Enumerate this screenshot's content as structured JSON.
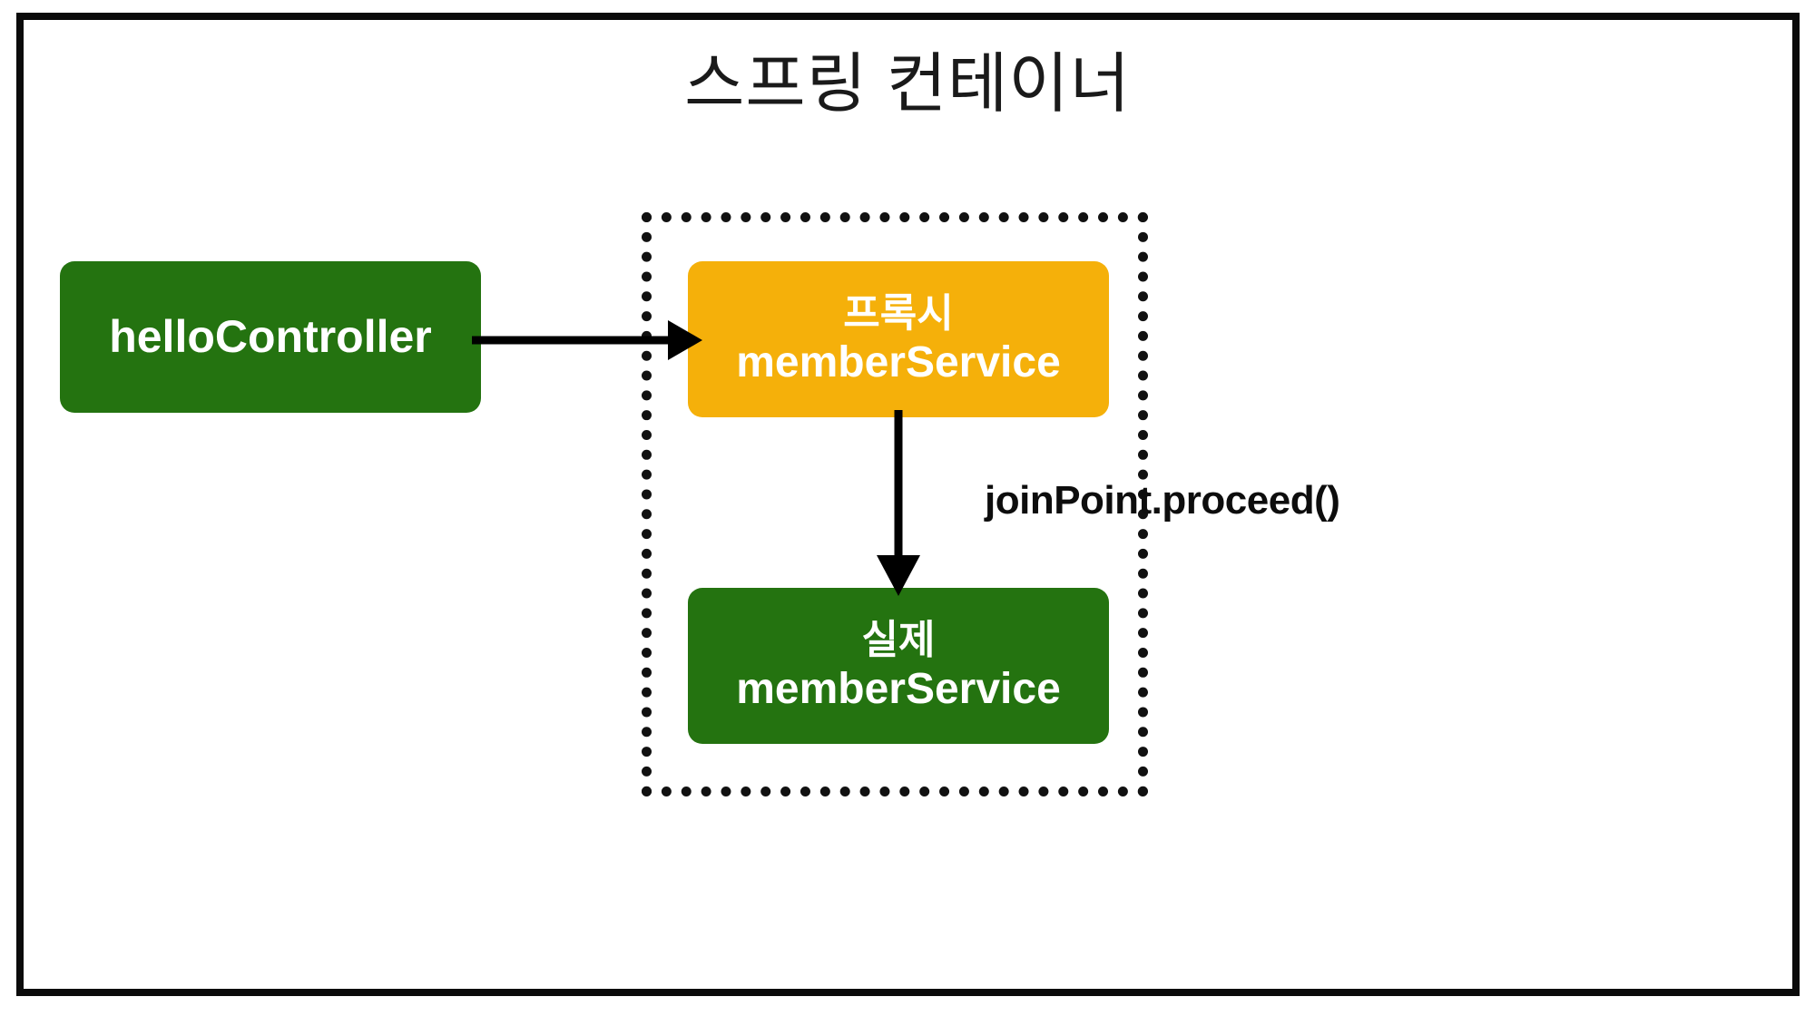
{
  "diagram": {
    "title": "스프링 컨테이너",
    "frame": {
      "border_color": "#0b0b0b"
    },
    "scope_box": {
      "name": "proxy-scope",
      "style": "dotted",
      "color": "#111111"
    },
    "nodes": [
      {
        "id": "hello-controller",
        "label": "helloController",
        "line1": "helloController",
        "line2": "",
        "color": "#247310",
        "text_color": "#ffffff"
      },
      {
        "id": "proxy-member-service",
        "line1": "프록시",
        "line2": "memberService",
        "color": "#f5b00a",
        "text_color": "#ffffff"
      },
      {
        "id": "real-member-service",
        "line1": "실제",
        "line2": "memberService",
        "color": "#247310",
        "text_color": "#ffffff"
      }
    ],
    "edges": [
      {
        "id": "controller-to-proxy",
        "from": "hello-controller",
        "to": "proxy-member-service",
        "label": "",
        "color": "#000000"
      },
      {
        "id": "proxy-to-real",
        "from": "proxy-member-service",
        "to": "real-member-service",
        "label": "joinPoint.proceed()",
        "color": "#000000"
      }
    ],
    "annotations": [
      {
        "id": "joinpoint-proceed",
        "text": "joinPoint.proceed()"
      }
    ]
  }
}
